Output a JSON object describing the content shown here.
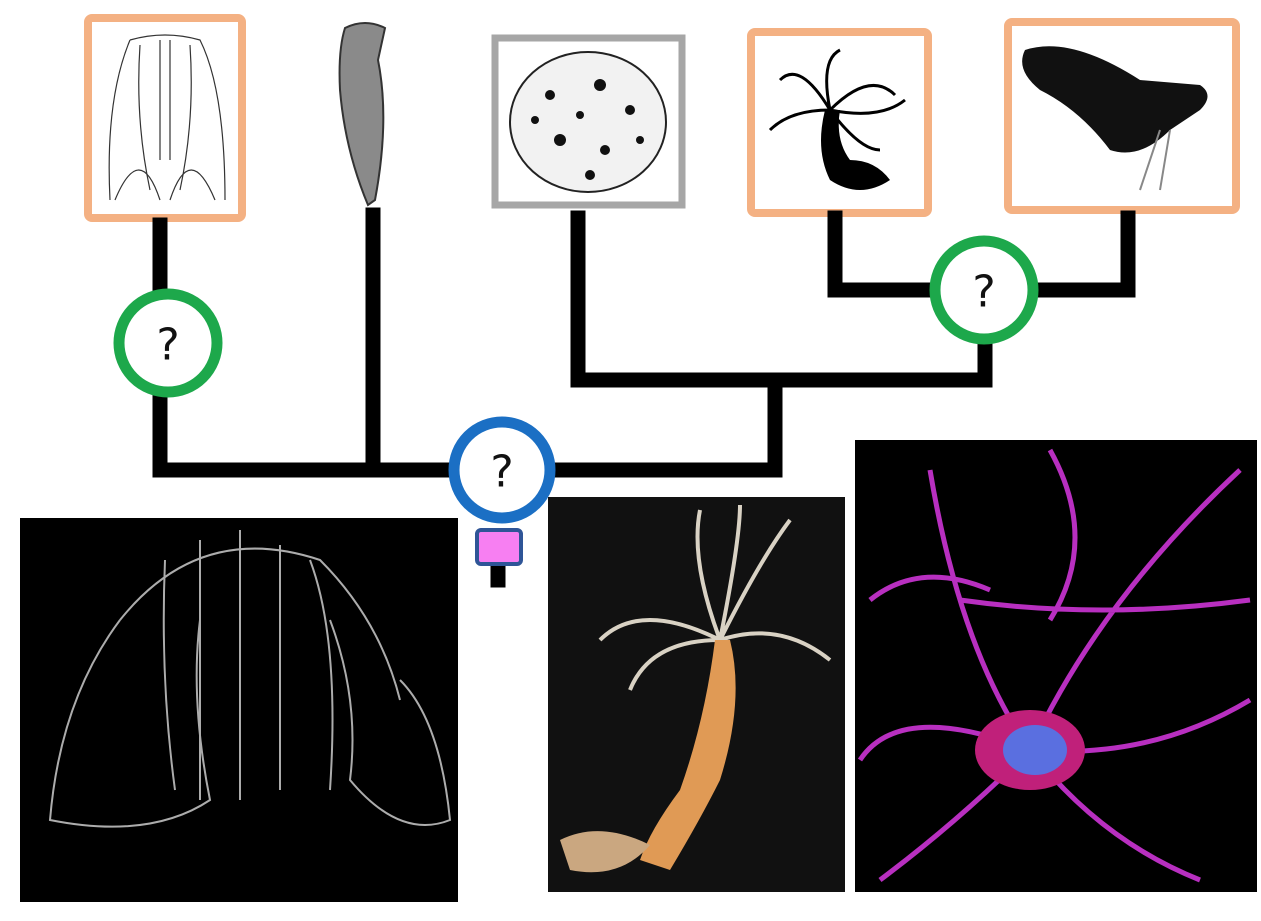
{
  "diagram": {
    "type": "phylogenetic-tree",
    "nodes": [
      {
        "id": "ctenophore-node",
        "label": "?",
        "color": "#1da84b"
      },
      {
        "id": "cnidaria-bilateria-node",
        "label": "?",
        "color": "#1da84b"
      },
      {
        "id": "root-node",
        "label": "?",
        "color": "#1b6fc4"
      }
    ],
    "taxa": [
      "ctenophore",
      "sponge",
      "placozoan",
      "cnidarian",
      "bilaterian"
    ],
    "colors": {
      "orange_box": "#f4b183",
      "grey_box": "#a6a6a6",
      "branch": "#000000",
      "root_marker": "#f77ff2"
    }
  }
}
